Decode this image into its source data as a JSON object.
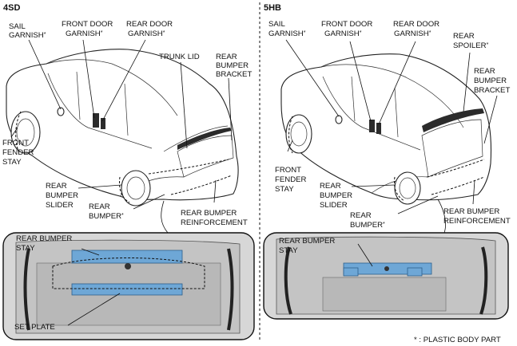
{
  "headers": {
    "left": "4SD",
    "right": "5HB"
  },
  "left_labels": {
    "sail_garnish": [
      "SAIL",
      "GARNISH"
    ],
    "front_door_garnish": [
      "FRONT DOOR",
      "GARNISH"
    ],
    "rear_door_garnish": [
      "REAR DOOR",
      "GARNISH"
    ],
    "trunk_lid": [
      "TRUNK LID"
    ],
    "rear_bumper_bracket": [
      "REAR",
      "BUMPER",
      "BRACKET"
    ],
    "front_fender_stay": [
      "FRONT",
      "FENDER",
      "STAY"
    ],
    "rear_bumper_slider": [
      "REAR",
      "BUMPER",
      "SLIDER"
    ],
    "rear_bumper": [
      "REAR",
      "BUMPER"
    ],
    "rear_bumper_reinforcement": [
      "REAR BUMPER",
      "REINFORCEMENT"
    ],
    "rear_bumper_stay": [
      "REAR BUMPER",
      "STAY"
    ],
    "set_plate": [
      "SET PLATE"
    ]
  },
  "right_labels": {
    "sail_garnish": [
      "SAIL",
      "GARNISH"
    ],
    "front_door_garnish": [
      "FRONT DOOR",
      "GARNISH"
    ],
    "rear_door_garnish": [
      "REAR DOOR",
      "GARNISH"
    ],
    "rear_spoiler": [
      "REAR",
      "SPOILER"
    ],
    "rear_bumper_bracket": [
      "REAR",
      "BUMPER",
      "BRACKET"
    ],
    "front_fender_stay": [
      "FRONT",
      "FENDER",
      "STAY"
    ],
    "rear_bumper_slider": [
      "REAR",
      "BUMPER",
      "SLIDER"
    ],
    "rear_bumper": [
      "REAR",
      "BUMPER"
    ],
    "rear_bumper_reinforcement": [
      "REAR BUMPER",
      "REINFORCEMENT"
    ],
    "rear_bumper_stay": [
      "REAR BUMPER",
      "STAY"
    ]
  },
  "asterisk": "*",
  "footnote": "* : PLASTIC BODY PART"
}
